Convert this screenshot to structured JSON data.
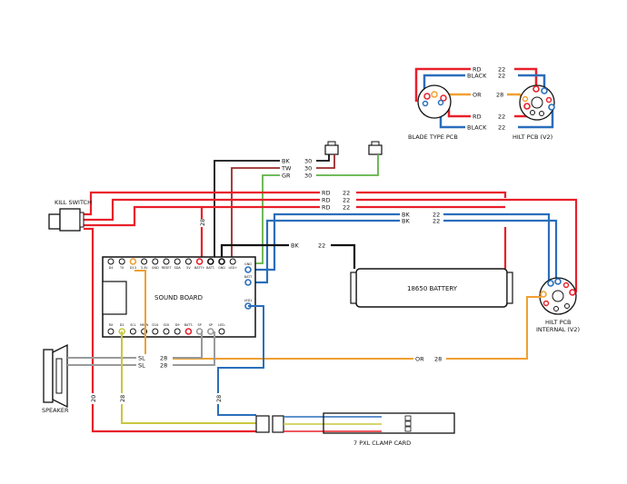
{
  "colors": {
    "red": "#e8202a",
    "black": "#111111",
    "blue": "#2a6ebb",
    "orange": "#f0a030",
    "green": "#5fb246",
    "gray": "#9a9a9a",
    "yellow": "#c8c840"
  },
  "components": {
    "kill_switch": "KILL SWITCH",
    "sound_board": "SOUND BOARD",
    "battery": "18650 BATTERY",
    "hilt_pcb_internal_line1": "HILT PCB",
    "hilt_pcb_internal_line2": "INTERNAL (V2)",
    "blade_pcb": "BLADE TYPE PCB",
    "hilt_pcb_top": "HILT PCB (V2)",
    "speaker": "SPEAKER",
    "clamp_card": "7 PXL CLAMP CARD"
  },
  "top_wires": {
    "rd": "RD",
    "black": "BLACK",
    "or": "OR",
    "gauge": "22",
    "or_gauge": "28"
  },
  "wires": {
    "bk30": "BK",
    "tw30": "TW",
    "gr30": "GR",
    "g30": "30",
    "rd": "RD",
    "g22": "22",
    "bk": "BK",
    "sl": "SL",
    "g28": "28",
    "or": "OR",
    "g20": "20"
  },
  "pins_top": [
    "D4",
    "TX",
    "D13",
    "3.3V",
    "GND",
    "RESET",
    "SDA",
    "5V",
    "BATT+",
    "BATT-",
    "GND",
    "LED+"
  ],
  "pins_bottom": [
    "RX",
    "D2",
    "SCL",
    "MMW",
    "D14",
    "SCK",
    "D9",
    "BATT-",
    "SP",
    "SP",
    "LED-"
  ],
  "pins_side": [
    "GND",
    "BATT",
    "LED1"
  ]
}
